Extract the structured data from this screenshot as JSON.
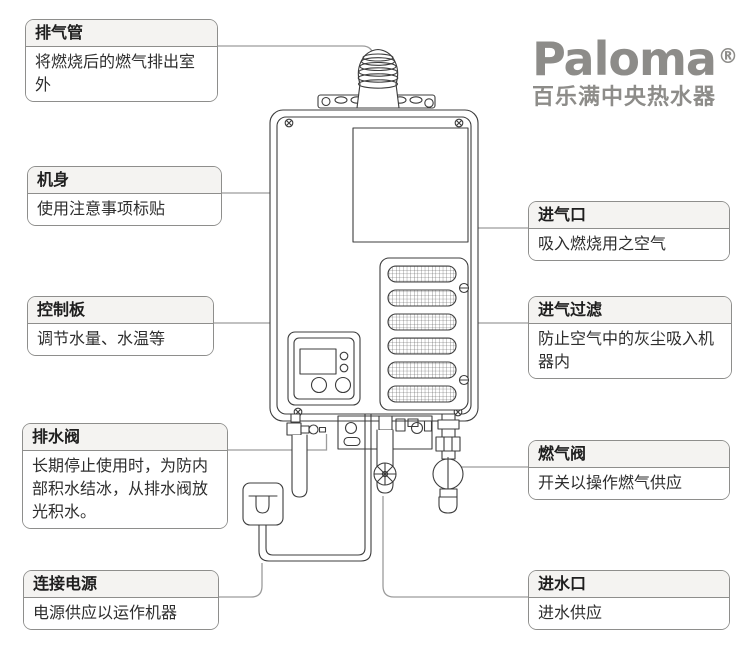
{
  "brand": {
    "logo": "Paloma",
    "registered": "®",
    "tagline": "百乐满中央热水器",
    "color": "#8d8c89"
  },
  "callouts": {
    "left": [
      {
        "title": "排气管",
        "desc": "将燃烧后的燃气排出室外"
      },
      {
        "title": "机身",
        "desc": "使用注意事项标贴"
      },
      {
        "title": "控制板",
        "desc": "调节水量、水温等"
      },
      {
        "title": "排水阀",
        "desc": "长期停止使用时，为防内部积水结冰，从排水阀放光积水。"
      },
      {
        "title": "连接电源",
        "desc": "电源供应以运作机器"
      }
    ],
    "right": [
      {
        "title": "进气口",
        "desc": "吸入燃烧用之空气"
      },
      {
        "title": "进气过滤",
        "desc": "防止空气中的灰尘吸入机器内"
      },
      {
        "title": "燃气阀",
        "desc": "开关以操作燃气供应"
      },
      {
        "title": "进水口",
        "desc": "进水供应"
      }
    ]
  },
  "colors": {
    "device_line": "#3c3c3c",
    "pointer_line": "#9c9c9c",
    "box_border": "#8e8e8c",
    "title_bg": "#f4f3f1",
    "background": "#ffffff"
  }
}
